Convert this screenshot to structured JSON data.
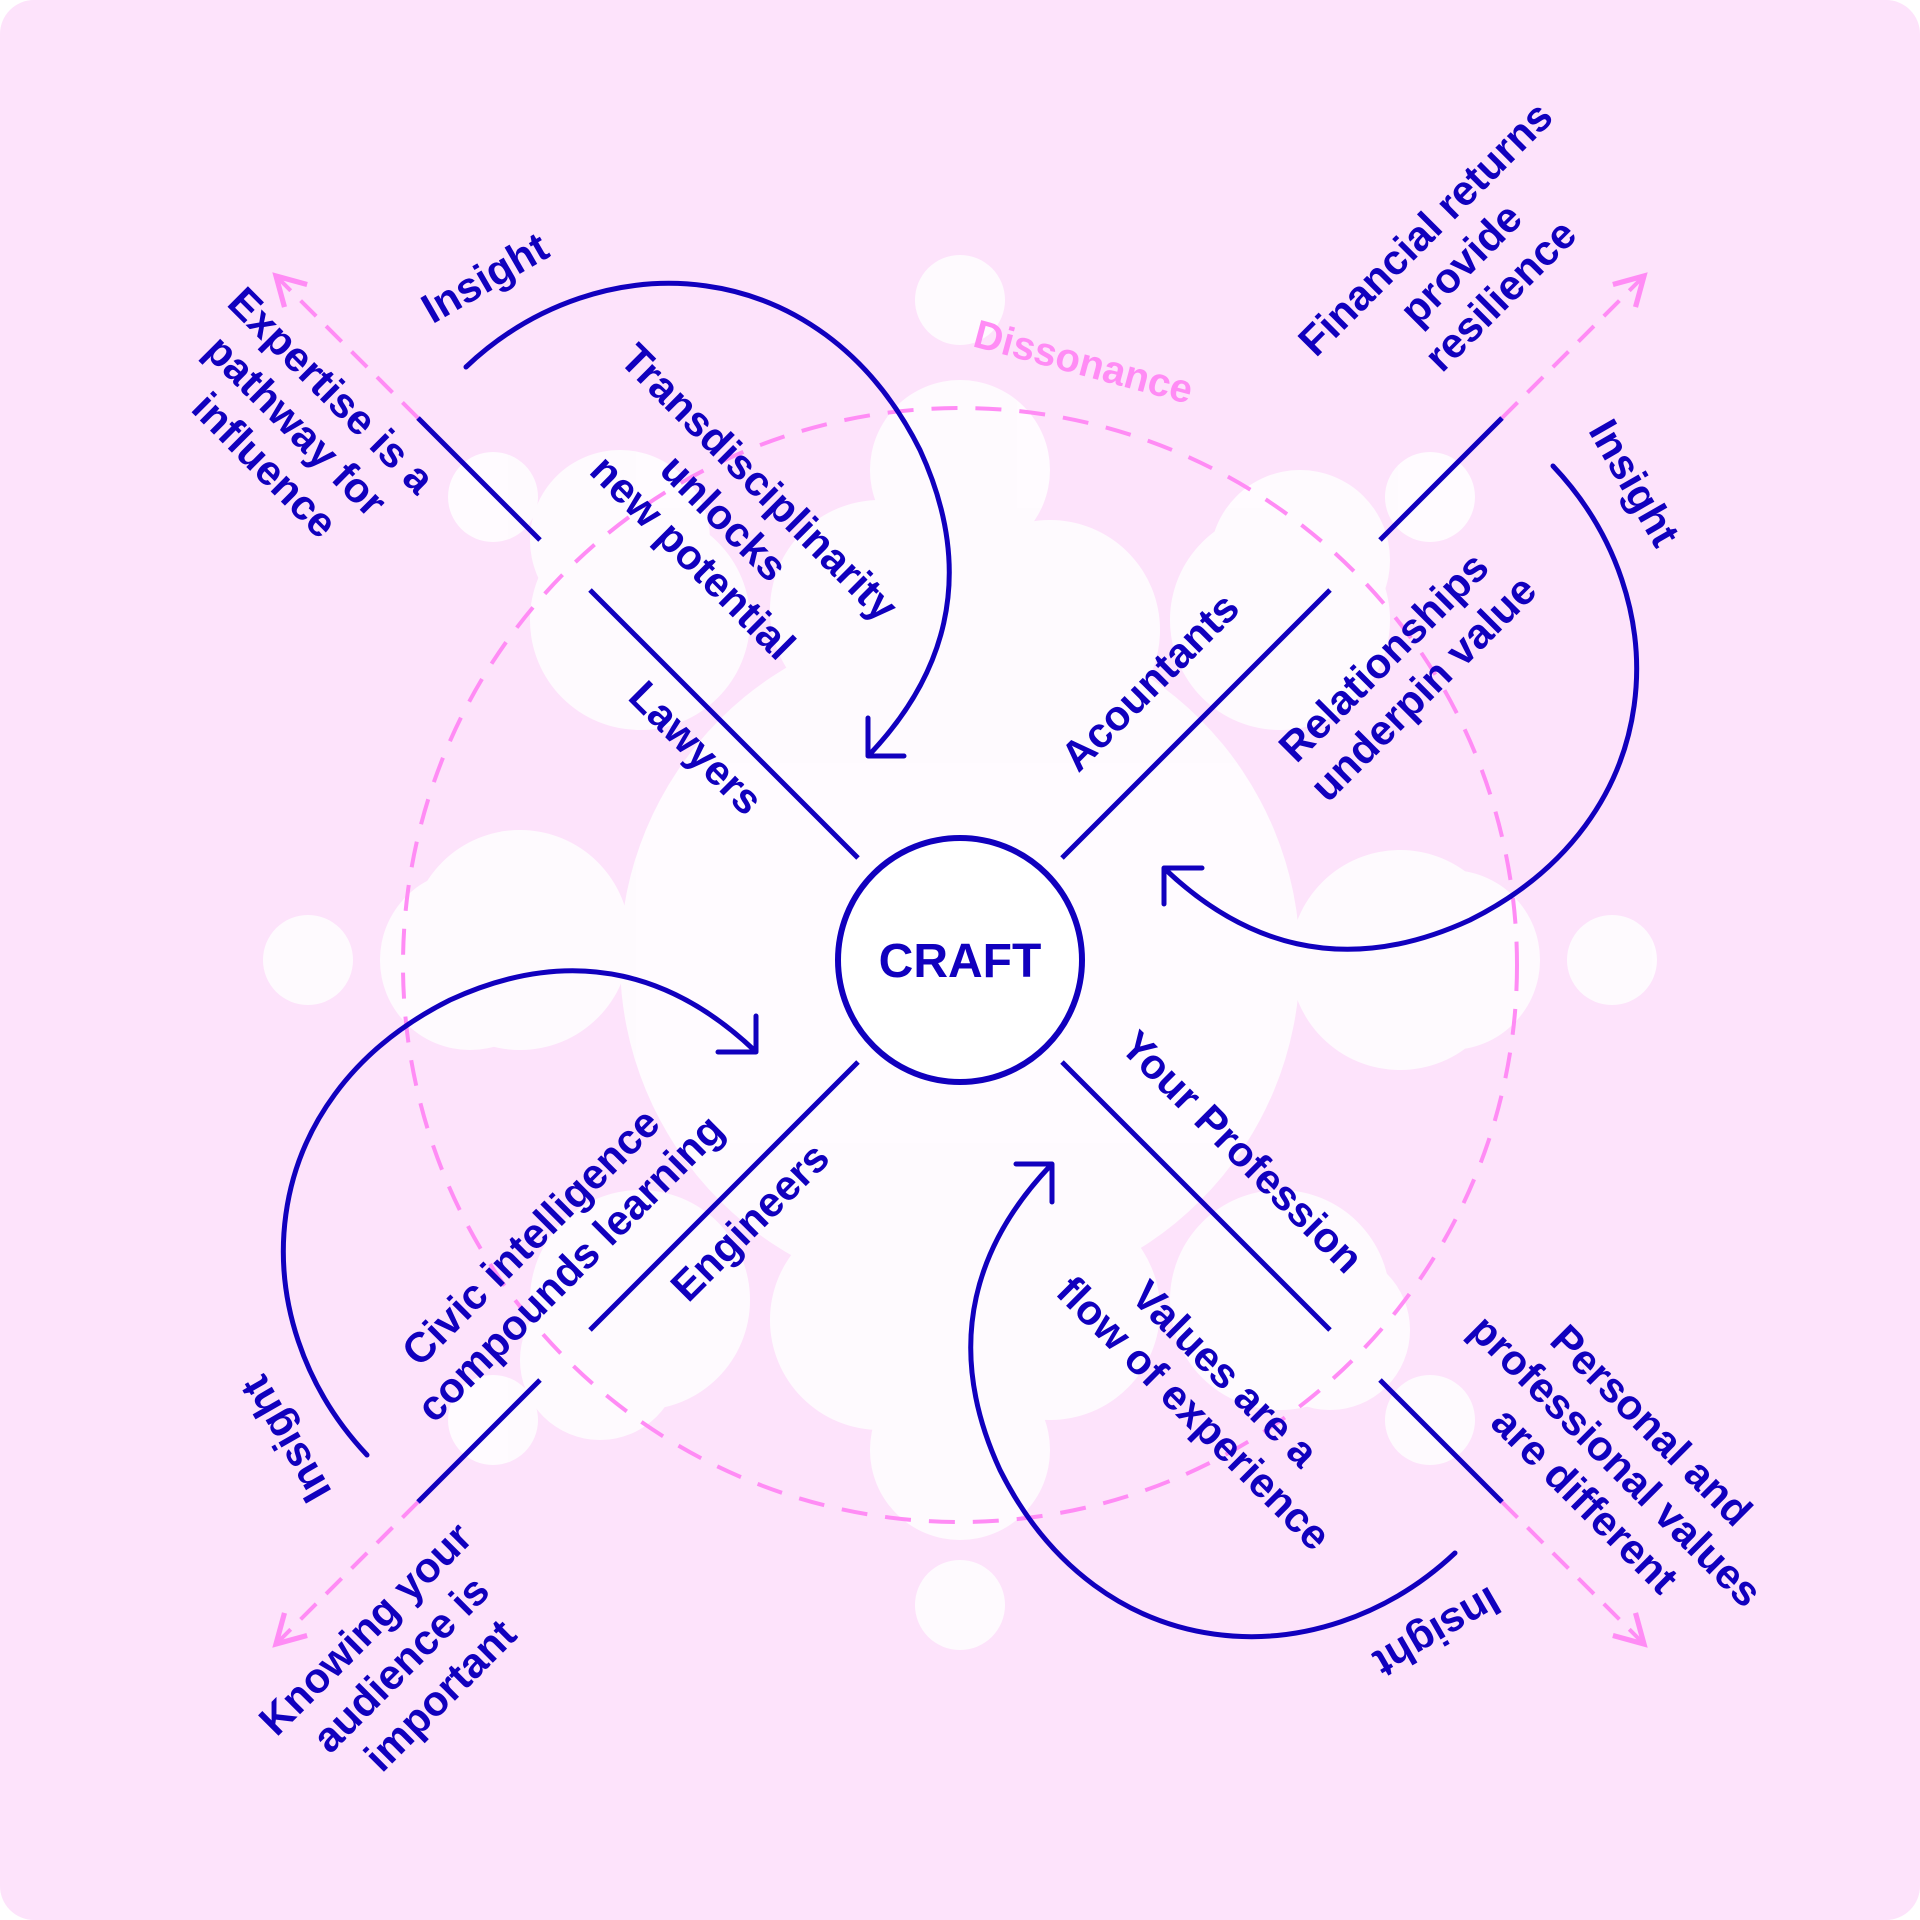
{
  "colors": {
    "background": "#FDE3FB",
    "primary": "#1100BE",
    "accent": "#FF8CF5",
    "blob": "#FFFFFF"
  },
  "center": {
    "label": "CRAFT"
  },
  "dissonance": {
    "label": "Dissonance"
  },
  "spokes": {
    "lawyers": "Lawyers",
    "accountants": "Acountants",
    "engineers": "Engineers",
    "profession": "Your Profession"
  },
  "outer": {
    "top_left": [
      "Expertise is a",
      "pathway for",
      "influence"
    ],
    "top_right": [
      "Financial returns",
      "provide",
      "resilience"
    ],
    "bottom_left": [
      "Knowing your",
      "audience is",
      "important"
    ],
    "bottom_right": [
      "Personal and",
      "professional values",
      "are different"
    ]
  },
  "inner": {
    "top_left": [
      "Transdisciplinarity",
      "unlocks",
      "new potential"
    ],
    "top_right": [
      "Relationships",
      "underpin value"
    ],
    "bottom_left": [
      "Civic intelligence",
      "compounds learning"
    ],
    "bottom_right": [
      "Values are a",
      "flow of experience"
    ]
  },
  "insight": {
    "top_left": "Insight",
    "top_right": "Insight",
    "bottom_left": "Insight",
    "bottom_right": "Insight"
  }
}
